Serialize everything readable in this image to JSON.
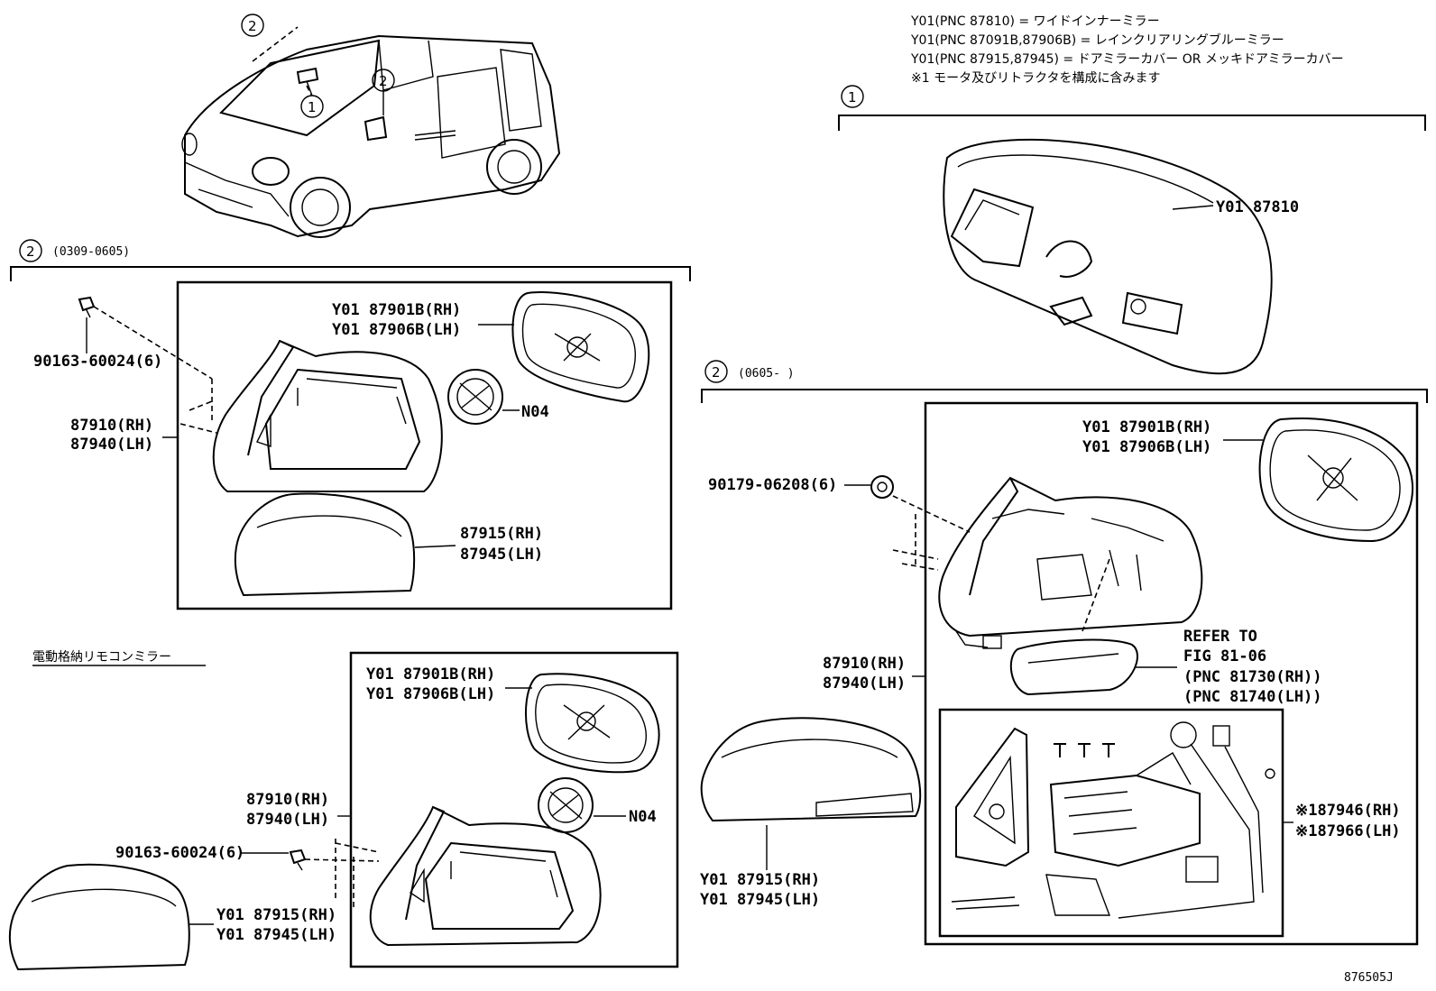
{
  "notes": [
    "Y01(PNC 87810) = ワイドインナーミラー",
    "Y01(PNC 87091B,87906B) = レインクリアリングブルーミラー",
    "Y01(PNC 87915,87945) = ドアミラーカバー OR メッキドアミラーカバー",
    "※1 モータ及びリトラクタを構成に含みます"
  ],
  "callouts": {
    "c1": "1",
    "c2": "2"
  },
  "section_a": {
    "ref": "2",
    "period": "(0309-0605)"
  },
  "section_b": {
    "ref": "2",
    "period": "(0605-      )"
  },
  "section_c": {
    "title": "電動格納リモコンミラー"
  },
  "inner_mirror": {
    "label": "Y01 87810"
  },
  "parts_a": {
    "bolt": "90163-60024(6)",
    "mirror_rh": "87910(RH)",
    "mirror_lh": "87940(LH)",
    "glass_rh": "Y01  87901B(RH)",
    "glass_lh": "Y01  87906B(LH)",
    "n04": "N04",
    "cover_rh": "87915(RH)",
    "cover_lh": "87945(LH)"
  },
  "parts_b": {
    "nut": "90179-06208(6)",
    "glass_rh": "Y01 87901B(RH)",
    "glass_lh": "Y01 87906B(LH)",
    "refer1": "REFER TO",
    "refer2": "FIG 81-06",
    "refer3": "(PNC 81730(RH))",
    "refer4": "(PNC 81740(LH))",
    "mirror_rh": "87910(RH)",
    "mirror_lh": "87940(LH)",
    "motor_rh": "※187946(RH)",
    "motor_lh": "※187966(LH)",
    "cover_rh": "Y01 87915(RH)",
    "cover_lh": "Y01 87945(LH)"
  },
  "parts_c": {
    "glass_rh": "Y01 87901B(RH)",
    "glass_lh": "Y01 87906B(LH)",
    "n04": "N04",
    "mirror_rh": "87910(RH)",
    "mirror_lh": "87940(LH)",
    "bolt": "90163-60024(6)",
    "cover_rh": "Y01 87915(RH)",
    "cover_lh": "Y01 87945(LH)"
  },
  "figure_id": "876505J"
}
